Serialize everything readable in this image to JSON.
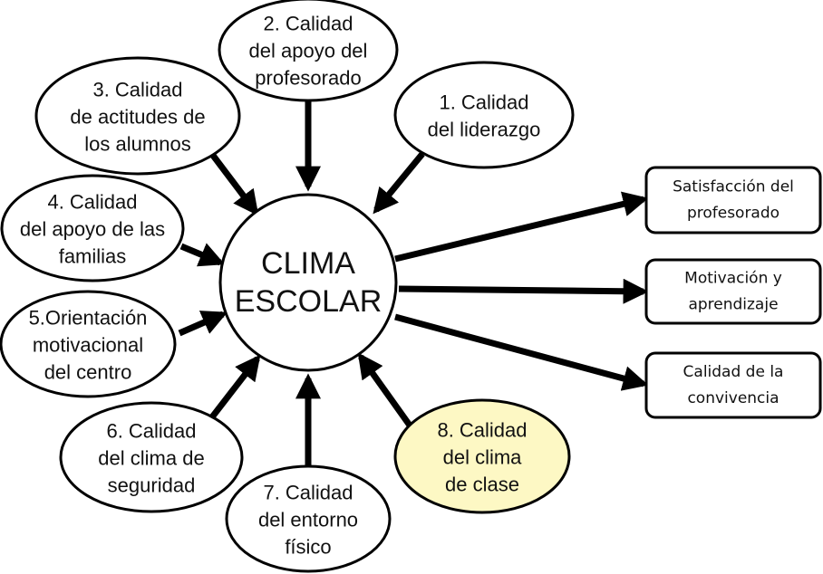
{
  "center": {
    "lines": [
      "CLIMA",
      "ESCOLAR"
    ]
  },
  "factors": [
    {
      "id": "1",
      "lines": [
        "1. Calidad",
        "del liderazgo"
      ],
      "highlight": false
    },
    {
      "id": "2",
      "lines": [
        "2. Calidad",
        "del apoyo del",
        "profesorado"
      ],
      "highlight": false
    },
    {
      "id": "3",
      "lines": [
        "3. Calidad",
        "de actitudes de",
        "los alumnos"
      ],
      "highlight": false
    },
    {
      "id": "4",
      "lines": [
        "4. Calidad",
        "del apoyo de las",
        "familias"
      ],
      "highlight": false
    },
    {
      "id": "5",
      "lines": [
        "5.Orientación",
        "motivacional",
        "del centro"
      ],
      "highlight": false
    },
    {
      "id": "6",
      "lines": [
        "6. Calidad",
        "del clima de",
        "seguridad"
      ],
      "highlight": false
    },
    {
      "id": "7",
      "lines": [
        "7. Calidad",
        "del entorno",
        "físico"
      ],
      "highlight": false
    },
    {
      "id": "8",
      "lines": [
        "8. Calidad",
        "del clima",
        "de clase"
      ],
      "highlight": true
    }
  ],
  "outcomes": [
    {
      "lines": [
        "Satisfacción del",
        "profesorado"
      ]
    },
    {
      "lines": [
        "Motivación y",
        "aprendizaje"
      ]
    },
    {
      "lines": [
        "Calidad de la",
        "convivencia"
      ]
    }
  ],
  "colors": {
    "highlight_fill": "#fdf8c4",
    "stroke": "#000000",
    "fill": "#ffffff"
  }
}
